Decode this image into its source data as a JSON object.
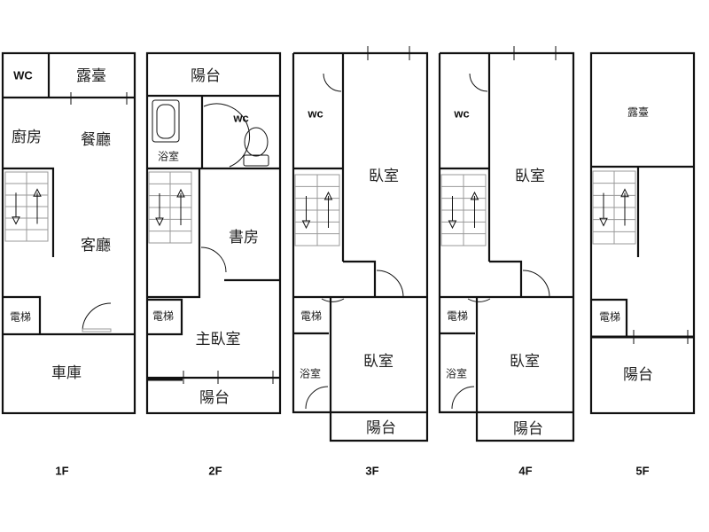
{
  "floors": [
    {
      "name": "1F",
      "rooms": {
        "wc": "WC",
        "terrace": "露臺",
        "kitchen": "廚房",
        "dining": "餐廳",
        "living": "客廳",
        "elevator": "電梯",
        "garage": "車庫"
      }
    },
    {
      "name": "2F",
      "rooms": {
        "balcony_top": "陽台",
        "wc": "wc",
        "bath": "浴室",
        "study": "書房",
        "elevator": "電梯",
        "master": "主臥室",
        "balcony_bottom": "陽台"
      }
    },
    {
      "name": "3F",
      "rooms": {
        "wc": "wc",
        "bedroom_top": "臥室",
        "elevator": "電梯",
        "bath": "浴室",
        "bedroom_bottom": "臥室",
        "balcony": "陽台"
      }
    },
    {
      "name": "4F",
      "rooms": {
        "wc": "wc",
        "bedroom_top": "臥室",
        "elevator": "電梯",
        "bath": "浴室",
        "bedroom_bottom": "臥室",
        "balcony": "陽台"
      }
    },
    {
      "name": "5F",
      "rooms": {
        "terrace": "露臺",
        "elevator": "電梯",
        "balcony": "陽台"
      }
    }
  ]
}
